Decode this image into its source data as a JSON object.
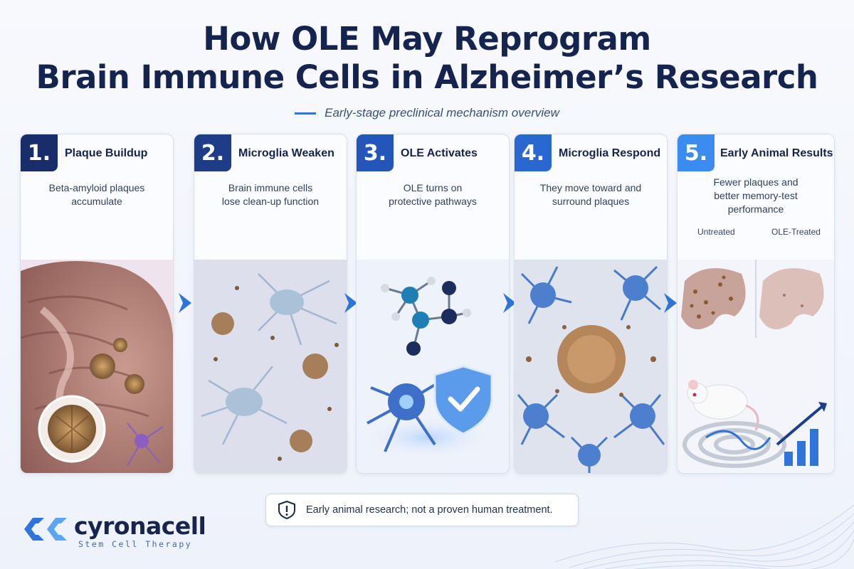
{
  "title_line1": "How OLE May Reprogram",
  "title_line2": "Brain Immune Cells in Alzheimer’s Research",
  "subtitle": "Early-stage preclinical mechanism overview",
  "steps": [
    {
      "number": "1.",
      "title": "Plaque Buildup",
      "desc_line1": "Beta-amyloid plaques",
      "desc_line2": "accumulate",
      "desc_line3": ""
    },
    {
      "number": "2.",
      "title": "Microglia Weaken",
      "desc_line1": "Brain immune cells",
      "desc_line2": "lose clean-up function",
      "desc_line3": ""
    },
    {
      "number": "3.",
      "title": "OLE Activates",
      "desc_line1": "OLE turns on",
      "desc_line2": "protective pathways",
      "desc_line3": ""
    },
    {
      "number": "4.",
      "title": "Microglia Respond",
      "desc_line1": "They move toward and",
      "desc_line2": "surround plaques",
      "desc_line3": ""
    },
    {
      "number": "5.",
      "title": "Early Animal Results",
      "desc_line1": "Fewer plaques and",
      "desc_line2": "better memory-test",
      "desc_line3": "performance"
    }
  ],
  "results_labels": {
    "untreated": "Untreated",
    "treated": "OLE-Treated"
  },
  "notice": "Early animal research; not a proven human treatment.",
  "logo": {
    "word": "cyronacell",
    "tagline": "Stem Cell Therapy"
  },
  "colors": {
    "navy": "#15244f",
    "accent_blue": "#2f74d8",
    "badge_1": "#1a2d6b",
    "badge_5": "#3a8cf0"
  },
  "icons": [
    "arrow-right-icon",
    "shield-check-icon",
    "warning-shield-icon",
    "molecule-icon",
    "bar-chart-up-icon",
    "mouse-icon",
    "maze-icon"
  ]
}
